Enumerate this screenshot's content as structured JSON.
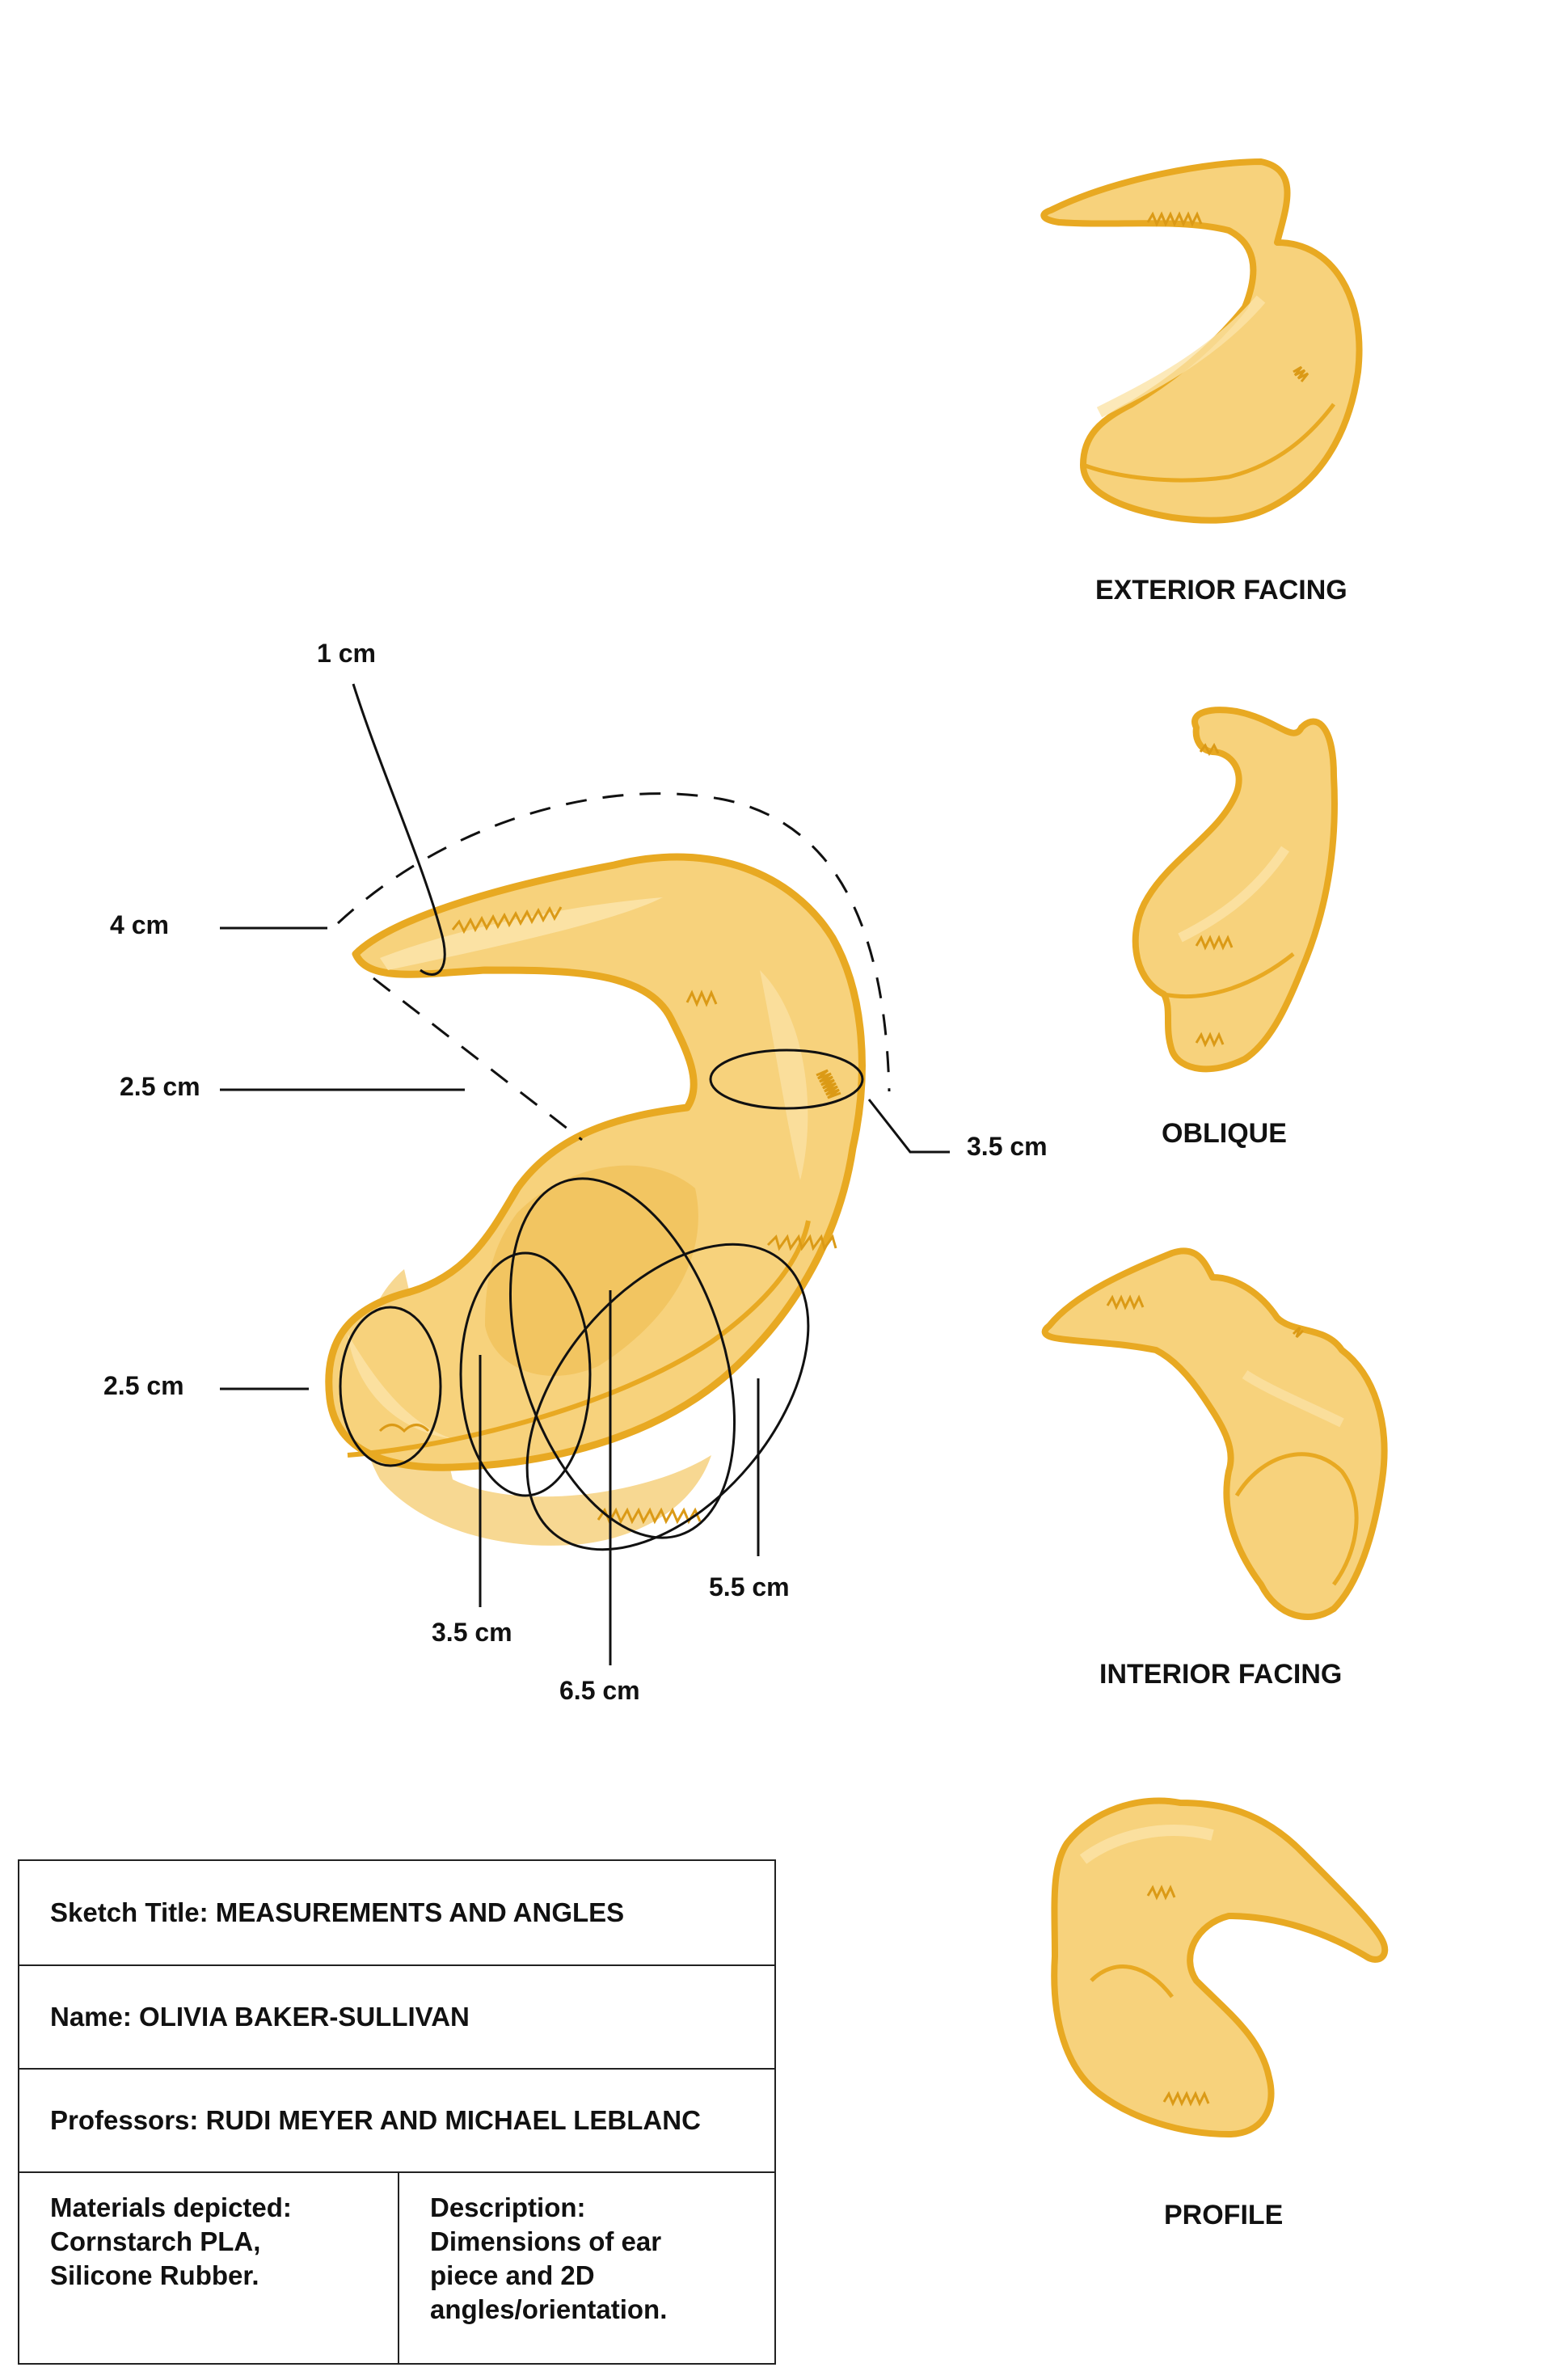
{
  "colors": {
    "piece_fill": "#F7D27C",
    "piece_outline": "#E8A922",
    "hatch": "#DB9A16",
    "ink": "#111111"
  },
  "measurements": {
    "tip_radius": "1 cm",
    "tip_width": "4 cm",
    "arc_span": "2.5 cm",
    "neck_diameter": "3.5 cm",
    "end_diameter": "2.5 cm",
    "body_width_a": "3.5 cm",
    "body_length": "6.5 cm",
    "body_width_b": "5.5 cm"
  },
  "views": {
    "exterior": "EXTERIOR FACING",
    "oblique": "OBLIQUE",
    "interior": "INTERIOR FACING",
    "profile": "PROFILE"
  },
  "title_block": {
    "sketch_title": "Sketch Title: MEASUREMENTS AND ANGLES",
    "name": "Name: OLIVIA BAKER-SULLIVAN",
    "professors": "Professors: RUDI MEYER AND MICHAEL LEBLANC",
    "materials": "Materials depicted:\nCornstarch PLA,\nSilicone Rubber.",
    "description": "Description:\nDimensions of ear\npiece and 2D\nangles/orientation."
  }
}
